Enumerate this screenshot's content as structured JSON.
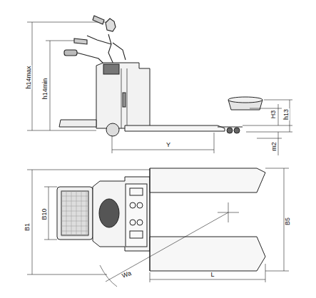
{
  "diagram": {
    "labels": [
      "h14max",
      "h14min",
      "H3",
      "h13",
      "Y",
      "m2",
      "B1",
      "B10",
      "B5",
      "Wa",
      "L"
    ]
  }
}
